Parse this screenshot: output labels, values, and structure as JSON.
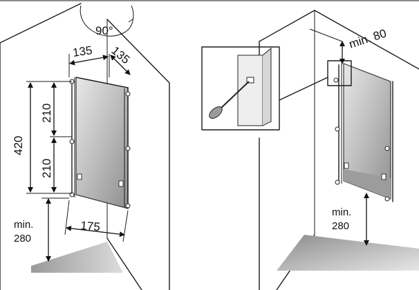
{
  "left_panel": {
    "angle_label": "90°",
    "width_left": "135",
    "width_right": "135",
    "total_height": "420",
    "upper_spacing": "210",
    "lower_spacing": "210",
    "floor_clearance_prefix": "min.",
    "floor_clearance_value": "280",
    "bottom_width": "175"
  },
  "right_panel": {
    "ceiling_clearance": "min. 80",
    "floor_clearance_prefix": "min.",
    "floor_clearance_value": "280"
  }
}
